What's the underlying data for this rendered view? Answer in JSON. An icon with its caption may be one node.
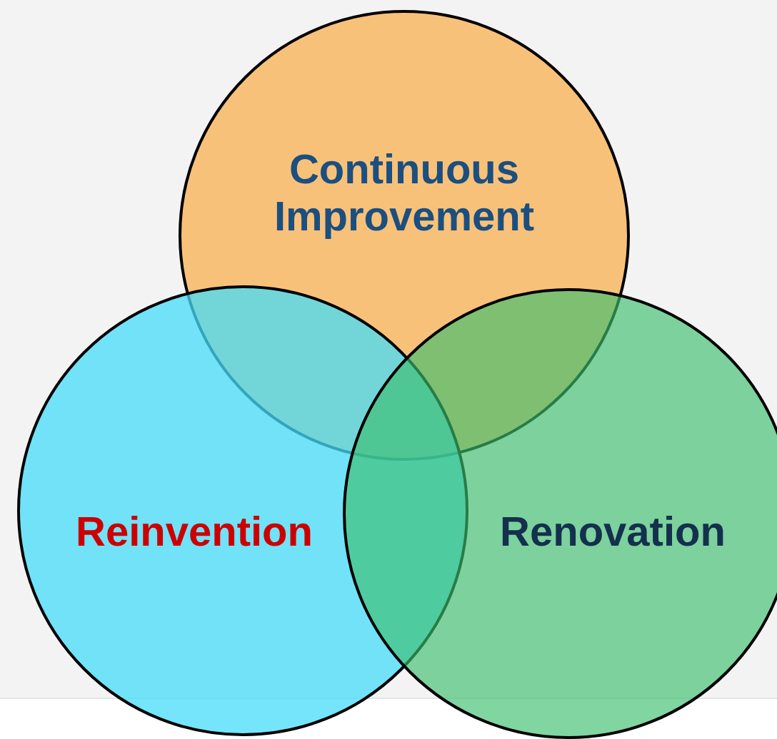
{
  "diagram": {
    "nodes": [
      {
        "text": [
          "Continuous Improvement"
        ]
      },
      {
        "text": [
          "Reinvention"
        ]
      },
      {
        "text": [
          "Renovation"
        ]
      }
    ]
  }
}
